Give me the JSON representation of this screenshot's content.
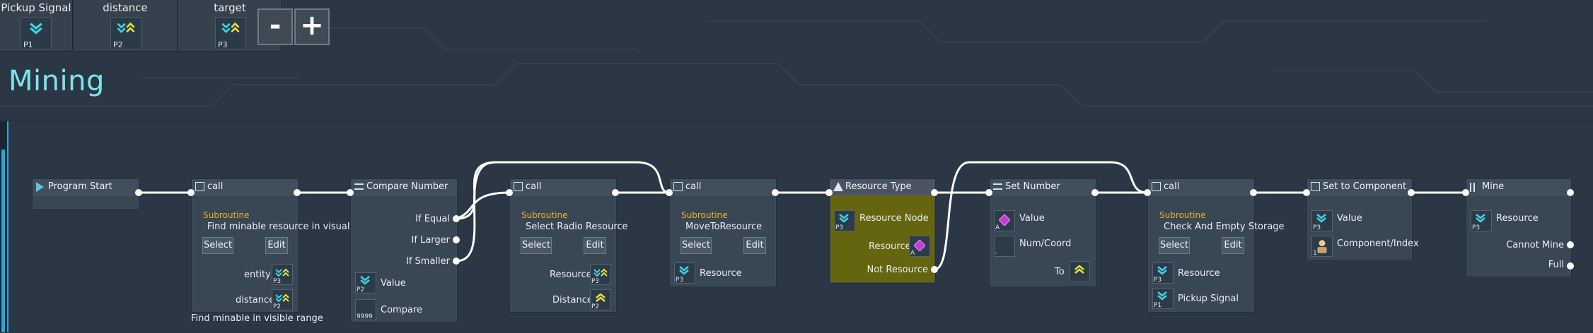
{
  "params": [
    {
      "label": "Pickup Signal",
      "badge": "P1",
      "icon": "cyan-chevron-icon"
    },
    {
      "label": "distance",
      "badge": "P2",
      "icon": "cyan-yellow-chevron-icon"
    },
    {
      "label": "target",
      "badge": "P3",
      "icon": "cyan-yellow-chevron-icon"
    }
  ],
  "zoom": {
    "minus": "-",
    "plus": "+"
  },
  "page_title": "Mining",
  "nodes": {
    "start": {
      "title": "Program Start"
    },
    "call1": {
      "title": "call",
      "subroutine": "Subroutine",
      "name": "Find minable resource in visual range",
      "select": "Select",
      "edit": "Edit",
      "arg1": "entity",
      "arg1_badge": "P3",
      "arg2": "distance",
      "arg2_badge": "P2",
      "comment": "Find minable in visible range"
    },
    "compare": {
      "title": "Compare Number",
      "out1": "If Equal",
      "out2": "If Larger",
      "out3": "If Smaller",
      "in1": "Value",
      "in1_badge": "P2",
      "in2": "Compare",
      "in2_value": "9999"
    },
    "call2": {
      "title": "call",
      "subroutine": "Subroutine",
      "name": "Select Radio Resource",
      "select": "Select",
      "edit": "Edit",
      "arg1": "Resource",
      "arg1_badge": "P3",
      "arg2": "Distance",
      "arg2_badge": "P2"
    },
    "call3": {
      "title": "call",
      "subroutine": "Subroutine",
      "name": "MoveToResource",
      "select": "Select",
      "edit": "Edit",
      "arg1": "Resource",
      "arg1_badge": "P3"
    },
    "restype": {
      "title": "Resource Type",
      "in1": "Resource Node",
      "in1_badge": "P3",
      "in2": "Resource",
      "in2_badge": "A",
      "out1": "Not Resource"
    },
    "setnum": {
      "title": "Set Number",
      "in1": "Value",
      "in1_badge": "A",
      "in2": "Num/Coord",
      "in2_badge": "-",
      "out1": "To"
    },
    "call4": {
      "title": "call",
      "subroutine": "Subroutine",
      "name": "Check And Empty Storage",
      "select": "Select",
      "edit": "Edit",
      "arg1": "Resource",
      "arg1_badge": "P3",
      "arg2": "Pickup Signal",
      "arg2_badge": "P1"
    },
    "setcomp": {
      "title": "Set to Component",
      "in1": "Value",
      "in1_badge": "P3",
      "in2": "Component/Index",
      "in2_badge": "1"
    },
    "mine": {
      "title": "Mine",
      "in1": "Resource",
      "in1_badge": "P3",
      "out1": "Cannot Mine",
      "out2": "Full"
    }
  },
  "colors": {
    "background": "#2b3744",
    "node": "#394653",
    "accent": "#7fe3ee",
    "subroutine": "#e8b230",
    "branch_node": "#66650f"
  }
}
